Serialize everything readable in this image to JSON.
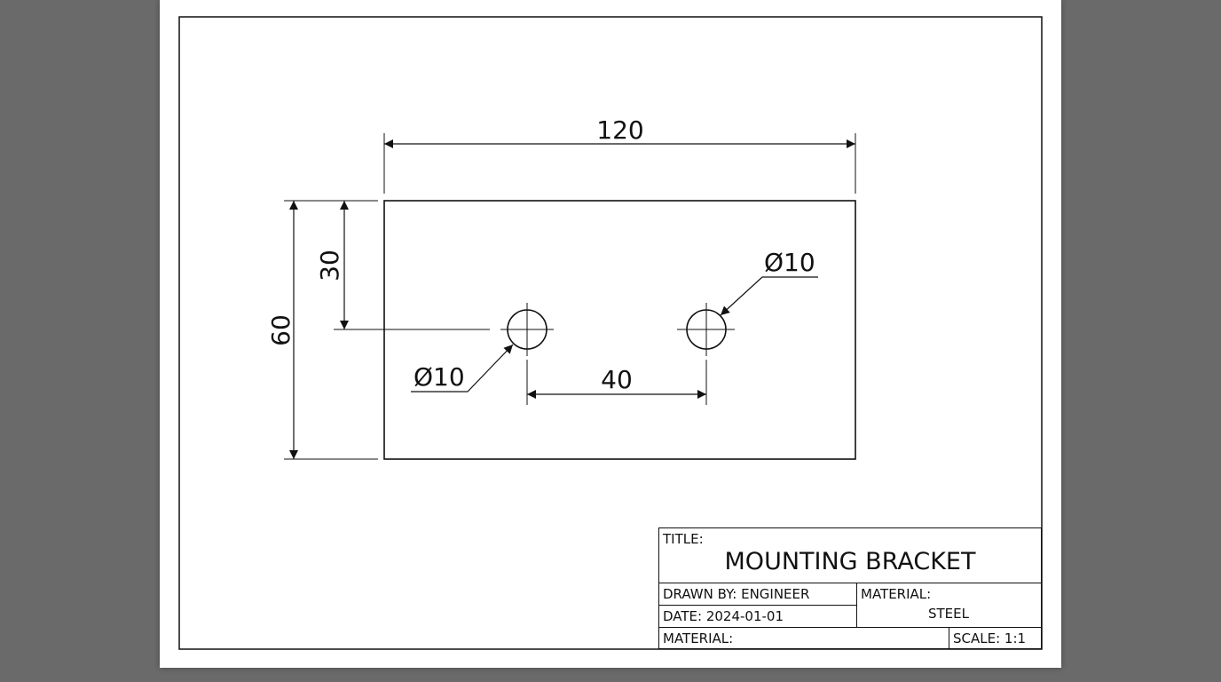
{
  "drawing": {
    "dimensions": {
      "overall_width": "120",
      "overall_height": "60",
      "hole_vertical_offset": "30",
      "hole_spacing": "40",
      "hole_left_diameter": "Ø10",
      "hole_right_diameter": "Ø10"
    }
  },
  "title_block": {
    "title_label": "TITLE:",
    "title_value": "MOUNTING BRACKET",
    "drawn_by": "DRAWN BY: ENGINEER",
    "date": "DATE: 2024-01-01",
    "material_label_top": "MATERIAL:",
    "material_value": "STEEL",
    "material_label_bottom": "MATERIAL:",
    "scale": "SCALE: 1:1"
  },
  "colors": {
    "background": "#6a6a6a",
    "sheet": "#ffffff",
    "line": "#111111"
  }
}
